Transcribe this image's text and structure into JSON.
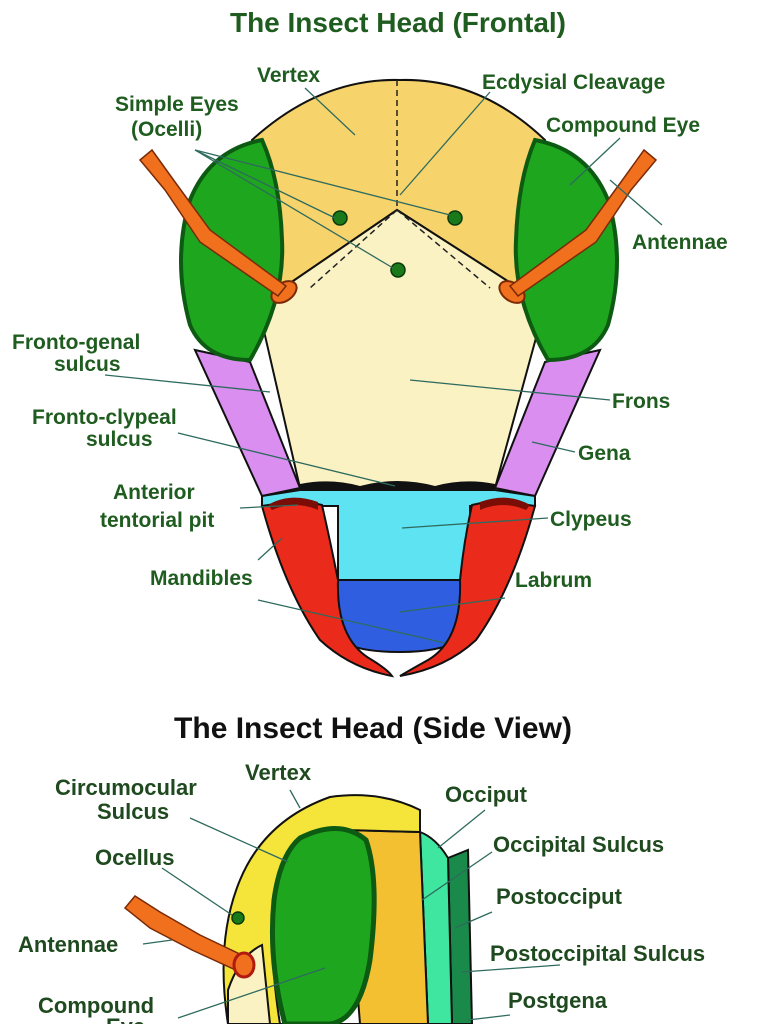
{
  "frontal": {
    "title": "The Insect Head (Frontal)",
    "labels": {
      "vertex": "Vertex",
      "ecdysial_cleavage": "Ecdysial Cleavage",
      "simple_eyes_1": "Simple Eyes",
      "simple_eyes_2": "(Ocelli)",
      "compound_eye": "Compound Eye",
      "antennae": "Antennae",
      "fronto_genal_1": "Fronto-genal",
      "fronto_genal_2": "sulcus",
      "frons": "Frons",
      "fronto_clypeal_1": "Fronto-clypeal",
      "fronto_clypeal_2": "sulcus",
      "gena": "Gena",
      "anterior_pit_1": "Anterior",
      "anterior_pit_2": "tentorial pit",
      "clypeus": "Clypeus",
      "mandibles": "Mandibles",
      "labrum": "Labrum"
    }
  },
  "side": {
    "title": "The Insect Head (Side View)",
    "labels": {
      "circumocular_1": "Circumocular",
      "circumocular_2": "Sulcus",
      "vertex": "Vertex",
      "occiput": "Occiput",
      "occipital_sulcus": "Occipital Sulcus",
      "ocellus": "Ocellus",
      "postocciput": "Postocciput",
      "antennae": "Antennae",
      "postoccipital_sulcus": "Postoccipital Sulcus",
      "compound_1": "Compound",
      "compound_2": "Eye",
      "postgena": "Postgena"
    }
  },
  "colors": {
    "title": "#1f5c1f",
    "title_side": "#111111",
    "label": "#1f5c1f",
    "vertex": "#f7d36b",
    "frons": "#fbf2c4",
    "compound_eye": "#1ea61e",
    "eye_rim": "#0d5a12",
    "gena": "#d98ef0",
    "clypeus": "#5ee3f3",
    "labrum": "#2f5fe0",
    "mandibles": "#ea2a1a",
    "antennae": "#f0701e",
    "side_vertex": "#f5e53a",
    "side_gena": "#f2c030",
    "occiput": "#3fe6a0",
    "postocciput": "#1a8a4a",
    "postgena": "#a87a2a"
  }
}
